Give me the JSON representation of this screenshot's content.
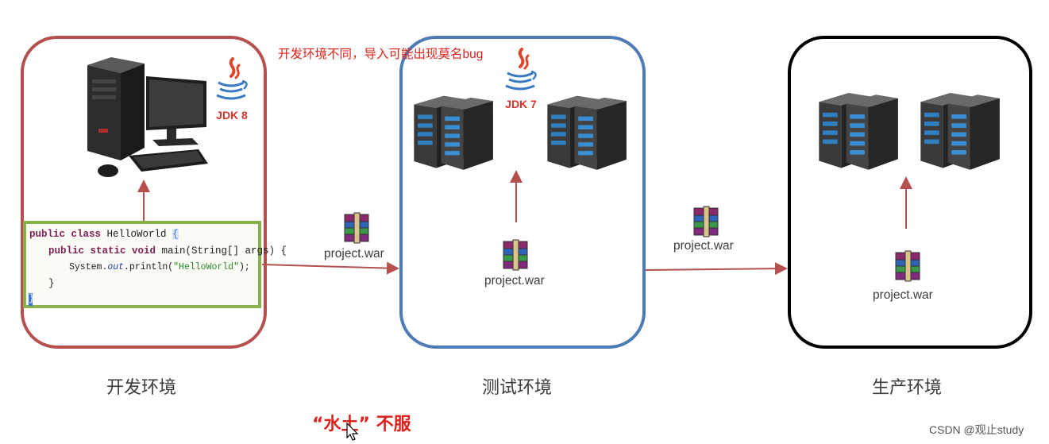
{
  "note": "开发环境不同，导入可能出现莫名bug",
  "environments": [
    {
      "caption": "开发环境",
      "jdk": "JDK 8",
      "border_color": "#b5504f"
    },
    {
      "caption": "测试环境",
      "jdk": "JDK 7",
      "border_color": "#4e7ab5"
    },
    {
      "caption": "生产环境",
      "border_color": "#000000"
    }
  ],
  "code": {
    "line1_kw": "public class",
    "line1_rest": " HelloWorld ",
    "line2_kw": "public static void",
    "line2_rest": " main(String[] args) {",
    "line3_a": "System.",
    "line3_field": "out",
    "line3_b": ".println(",
    "line3_str": "\"HelloWorld\"",
    "line3_c": ");",
    "line4": "}",
    "brace_open": "{",
    "brace_close": "}"
  },
  "artifacts": {
    "war_label": "project.war"
  },
  "slogan": "“水土” 不服",
  "watermark": "CSDN @观止study",
  "icons": [
    "desktop-computer-icon",
    "java-logo-icon",
    "server-rack-icon",
    "archive-icon",
    "mouse-cursor-icon"
  ],
  "colors": {
    "arrow": "#b5504f",
    "note": "#e0201a",
    "code_border": "#88b04b"
  }
}
